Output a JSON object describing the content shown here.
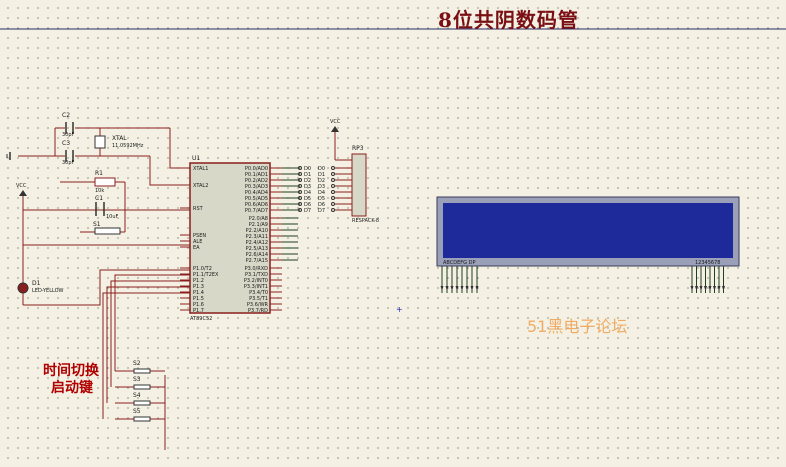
{
  "title": "8位共阴数码管",
  "note_line1": "时间切换",
  "note_line2": "启动键",
  "watermark": "51黑电子论坛",
  "crystal": {
    "ref": "XTAL",
    "value": "11.0592MHz"
  },
  "caps": [
    {
      "ref": "C2",
      "value": "30pF"
    },
    {
      "ref": "C3",
      "value": "30pF"
    },
    {
      "ref": "C1",
      "value": "10uF"
    }
  ],
  "resistor": {
    "ref": "R1",
    "value": "10k"
  },
  "reset_switch": "S1",
  "mcu": {
    "ref": "U1",
    "part": "AT89C52",
    "left_pins": [
      "XTAL1",
      "XTAL2",
      "RST",
      "PSEN",
      "ALE",
      "EA",
      "P1.0/T2",
      "P1.1/T2EX",
      "P1.2",
      "P1.3",
      "P1.4",
      "P1.5",
      "P1.6",
      "P1.7"
    ],
    "right_pins": [
      "P0.0/AD0",
      "P0.1/AD1",
      "P0.2/AD2",
      "P0.3/AD3",
      "P0.4/AD4",
      "P0.5/AD5",
      "P0.6/AD6",
      "P0.7/AD7",
      "P2.0/A8",
      "P2.1/A9",
      "P2.2/A10",
      "P2.3/A11",
      "P2.4/A12",
      "P2.5/A13",
      "P2.6/A14",
      "P2.7/A15",
      "P3.0/RXD",
      "P3.1/TXD",
      "P3.2/INT0",
      "P3.3/INT1",
      "P3.4/T0",
      "P3.5/T1",
      "P3.6/WR",
      "P3.7/RD"
    ]
  },
  "pullup": {
    "ref": "RP3",
    "part": "RESPACK-8"
  },
  "bus_labels": [
    "D0",
    "D1",
    "D2",
    "D3",
    "D4",
    "D5",
    "D6",
    "D7"
  ],
  "vcc_label": "VCC",
  "led": {
    "ref": "D1",
    "part": "LED-YELLOW"
  },
  "switches": [
    "S2",
    "S3",
    "S4",
    "S5"
  ],
  "display": {
    "seg_label": "ABCDEFG DP",
    "digit_label": "12345678"
  }
}
